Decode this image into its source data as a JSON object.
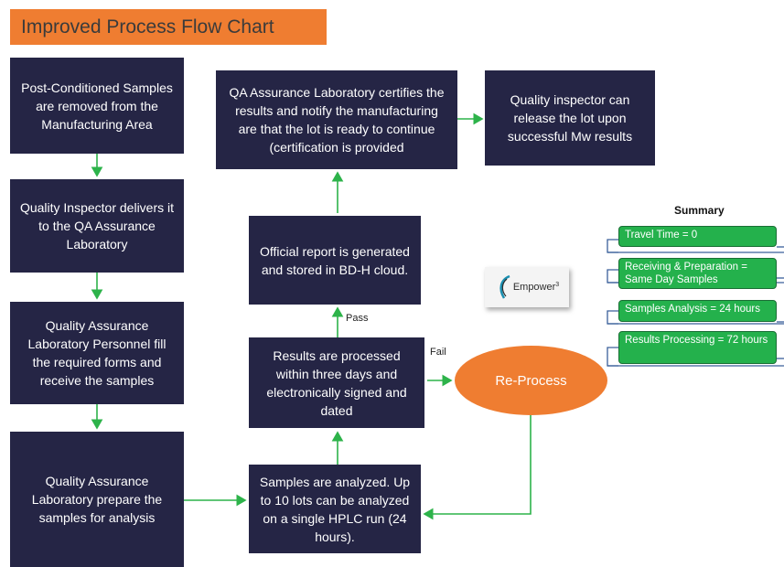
{
  "title": "Improved Process Flow Chart",
  "boxes": {
    "post_conditioned": "Post-Conditioned Samples are removed from the Manufacturing Area",
    "inspector_delivers": "Quality Inspector delivers it to the QA Assurance Laboratory",
    "qa_personnel": "Quality Assurance Laboratory  Personnel fill the required forms and receive the samples",
    "qa_prepare": "Quality Assurance Laboratory prepare the samples for analysis",
    "samples_analyzed": "Samples are analyzed. Up to 10 lots can be analyzed on a single HPLC run (24 hours).",
    "results_processed": "Results are processed within three days and electronically signed and dated",
    "official_report": "Official report is generated and stored in BD-H cloud.",
    "qa_certifies": "QA Assurance Laboratory certifies the results and notify the manufacturing are that the lot is ready to continue (certification is provided",
    "inspector_release": "Quality inspector can release the lot upon successful Mw results"
  },
  "reprocess": "Re-Process",
  "labels": {
    "pass": "Pass",
    "fail": "Fail"
  },
  "logo": {
    "text": "Empower",
    "sup": "3"
  },
  "summary": {
    "title": "Summary",
    "items": [
      "Travel Time = 0",
      "Receiving & Preparation = Same Day Samples",
      "Samples Analysis = 24 hours",
      "Results Processing = 72 hours"
    ]
  },
  "colors": {
    "box": "#252545",
    "accent_orange": "#ef7d31",
    "arrow_green": "#2db34a",
    "summary_green": "#24b14c",
    "summary_connector": "#3a5f9a"
  }
}
